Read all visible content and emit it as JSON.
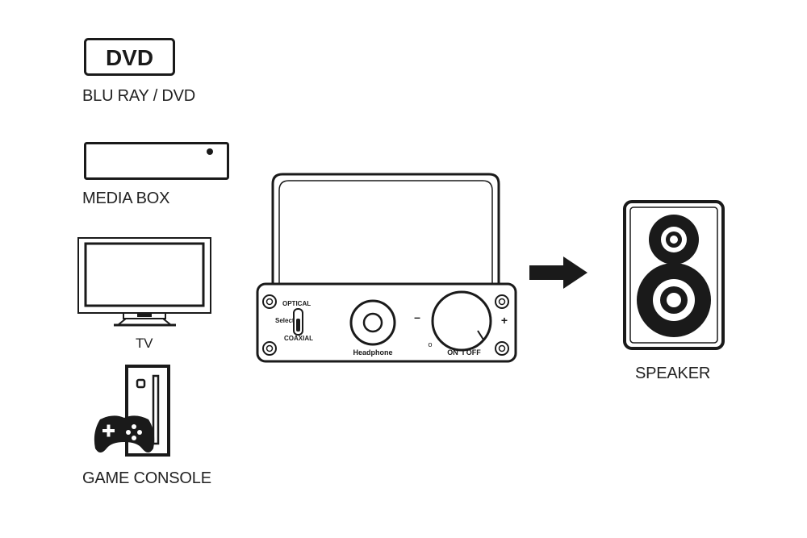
{
  "sources": [
    {
      "id": "dvd",
      "label": "BLU RAY / DVD",
      "logo_text": "DVD"
    },
    {
      "id": "media-box",
      "label": "MEDIA  BOX"
    },
    {
      "id": "tv",
      "label": "TV"
    },
    {
      "id": "game-console",
      "label": "GAME CONSOLE"
    }
  ],
  "amplifier": {
    "switch_top_label": "OPTICAL",
    "switch_side_label": "Select",
    "switch_bottom_label": "COAXIAL",
    "headphone_label": "Headphone",
    "minus_label": "–",
    "plus_label": "+",
    "power_label": "ON  I OFF",
    "led_label": "o"
  },
  "output": {
    "label": "SPEAKER"
  },
  "colors": {
    "line": "#1a1a1a",
    "background": "#ffffff"
  }
}
